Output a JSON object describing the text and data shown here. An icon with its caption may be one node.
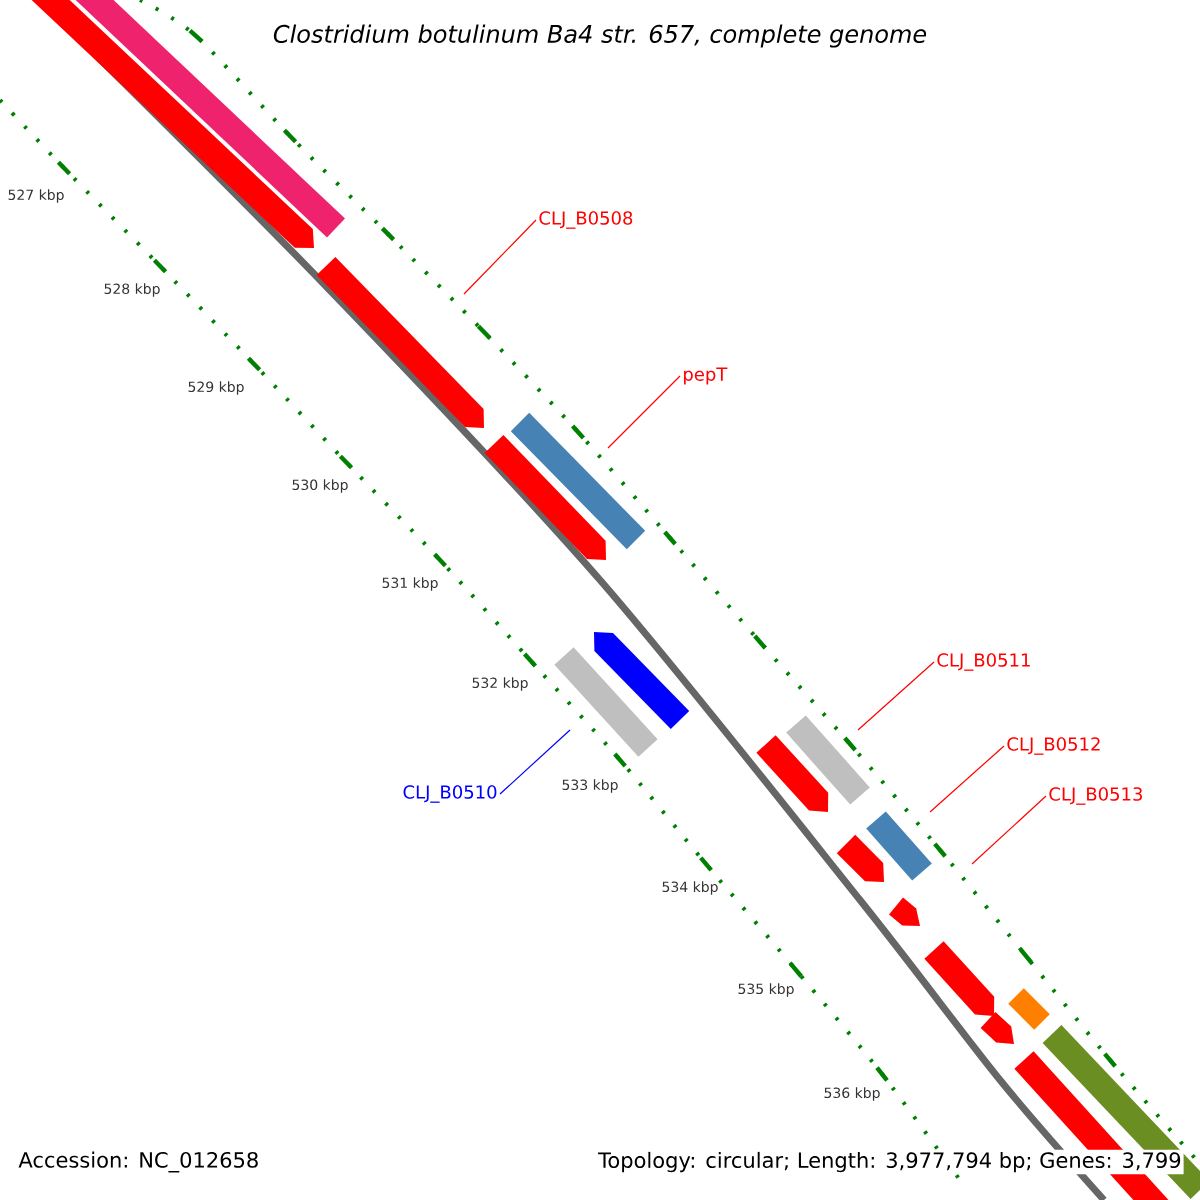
{
  "diagram": {
    "title": "Clostridium botulinum Ba4 str. 657, complete genome",
    "nodes": [
      {
        "text": [
          "CLJ_B0508"
        ]
      },
      {
        "text": [
          "pepT"
        ]
      },
      {
        "text": [
          "CLJ_B0510"
        ]
      },
      {
        "text": [
          "CLJ_B0511"
        ]
      },
      {
        "text": [
          "CLJ_B0512"
        ]
      },
      {
        "text": [
          "CLJ_B0513"
        ]
      }
    ],
    "edges": [
      {
        "from": 0,
        "to": null,
        "arrow": "none"
      },
      {
        "from": 1,
        "to": null,
        "arrow": "none"
      },
      {
        "from": 2,
        "to": null,
        "arrow": "none",
        "color": "#0000ff"
      },
      {
        "from": 3,
        "to": null,
        "arrow": "none"
      },
      {
        "from": 4,
        "to": null,
        "arrow": "none"
      },
      {
        "from": 5,
        "to": null,
        "arrow": "none"
      }
    ],
    "labels": [
      "527 kbp",
      "528 kbp",
      "529 kbp",
      "530 kbp",
      "531 kbp",
      "532 kbp",
      "533 kbp",
      "534 kbp",
      "535 kbp",
      "536 kbp",
      "Accession: NC_012658",
      "Topology: circular; Length: 3,977,794 bp; Genes: 3,799"
    ]
  }
}
